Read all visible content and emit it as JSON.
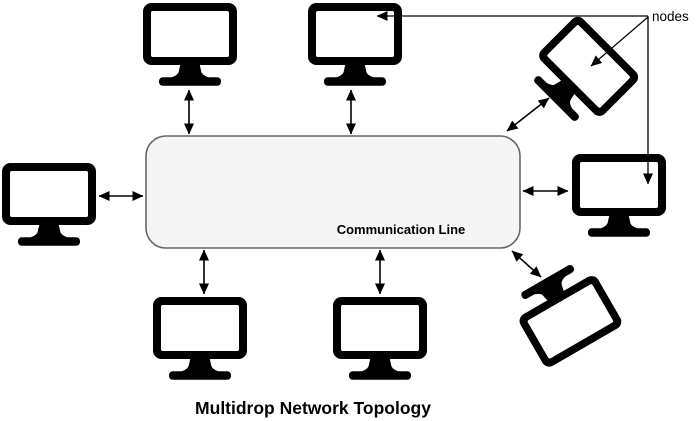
{
  "diagram": {
    "title": "Multidrop Network Topology",
    "bus": {
      "label": "Communication Line",
      "fill_color": "#f5f5f5",
      "border_color": "#666666"
    },
    "annotation": {
      "label": "nodes"
    },
    "node_icon": "desktop-monitor-icon",
    "node_count": 8,
    "connection_style": "double-headed-arrow",
    "colors": {
      "background": "#ffffff",
      "ink": "#000000"
    }
  }
}
